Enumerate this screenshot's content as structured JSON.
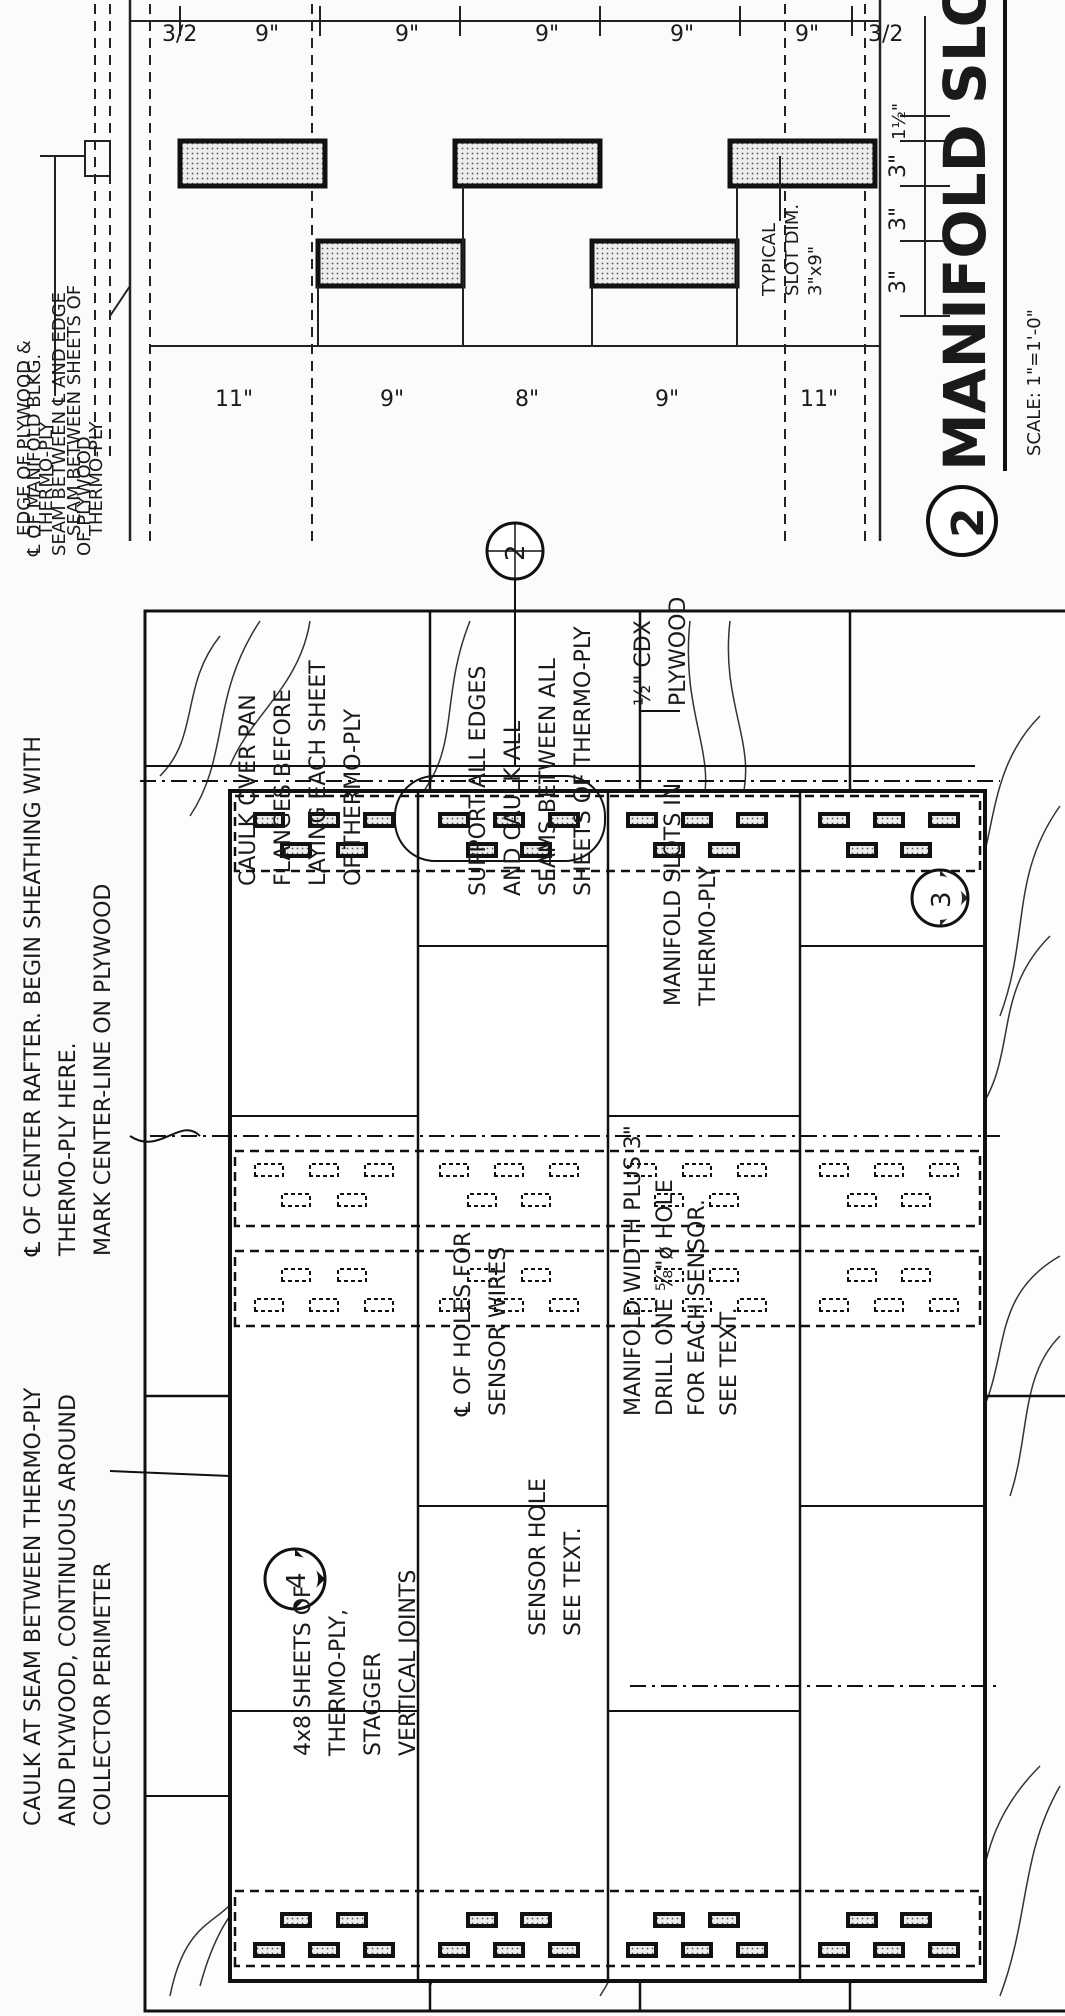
{
  "detail": {
    "number": "2",
    "title": "MANIFOLD SLOTS",
    "scale": "SCALE: 1\"=1'-0\""
  },
  "detail_dims": {
    "top": [
      "3/2",
      "9\"",
      "9\"",
      "9\"",
      "9\"",
      "9\"",
      "3/2"
    ],
    "bottom": [
      "11\"",
      "9\"",
      "8\"",
      "9\"",
      "11\""
    ],
    "side": [
      "3\"",
      "3\"",
      "3\"",
      "1½\""
    ],
    "typical_slot": [
      "TYPICAL",
      "SLOT DIM.",
      "3\"x9\""
    ]
  },
  "notes": {
    "edge_plywood": [
      "EDGE OF PLYWOOD &",
      "THERMO-PLY"
    ],
    "seam_between": [
      "SEAM BETWEEN SHEETS OF",
      "THERMO-PLY"
    ],
    "center_manifold": [
      "℄ OF MANIFOLD BLKG.",
      "SEAM BETWEEN ℄ AND EDGE",
      "OF PLYWOOD"
    ],
    "cdx": [
      "½\" CDX",
      "PLYWOOD"
    ],
    "center_rafter": [
      "℄ OF CENTER RAFTER. BEGIN SHEATHING WITH",
      "THERMO-PLY HERE.",
      "MARK CENTER-LINE ON PLYWOOD"
    ],
    "caulk_seam": [
      "CAULK AT SEAM BETWEEN THERMO-PLY",
      "AND PLYWOOD, CONTINUOUS AROUND",
      "COLLECTOR PERIMETER"
    ],
    "caulk_pan": [
      "CAULK OVER PAN",
      "FLANGES BEFORE",
      "LAYING EACH SHEET",
      "OF THERMO-PLY"
    ],
    "support_edges": [
      "SUPPORT ALL EDGES",
      "AND CAULK ALL",
      "SEAMS BETWEEN ALL",
      "SHEETS OF THERMO-PLY"
    ],
    "manifold_slots": [
      "MANIFOLD SLOTS IN",
      "THERMO-PLY"
    ],
    "sheets_4x8": [
      "4x8 SHEETS OF",
      "THERMO-PLY,",
      "STAGGER",
      "VERTICAL JOINTS"
    ],
    "holes_sensor": [
      "℄ OF HOLES FOR",
      "SENSOR WIRES"
    ],
    "sensor_hole": [
      "SENSOR HOLE",
      "SEE TEXT."
    ],
    "manifold_width": [
      "MANIFOLD WIDTH PLUS 3\"",
      "DRILL ONE ⅝\"ø HOLE",
      "FOR EACH SENSOR.",
      "SEE TEXT."
    ]
  },
  "callouts": {
    "c2": "2",
    "c3": "3",
    "c4": "4"
  }
}
